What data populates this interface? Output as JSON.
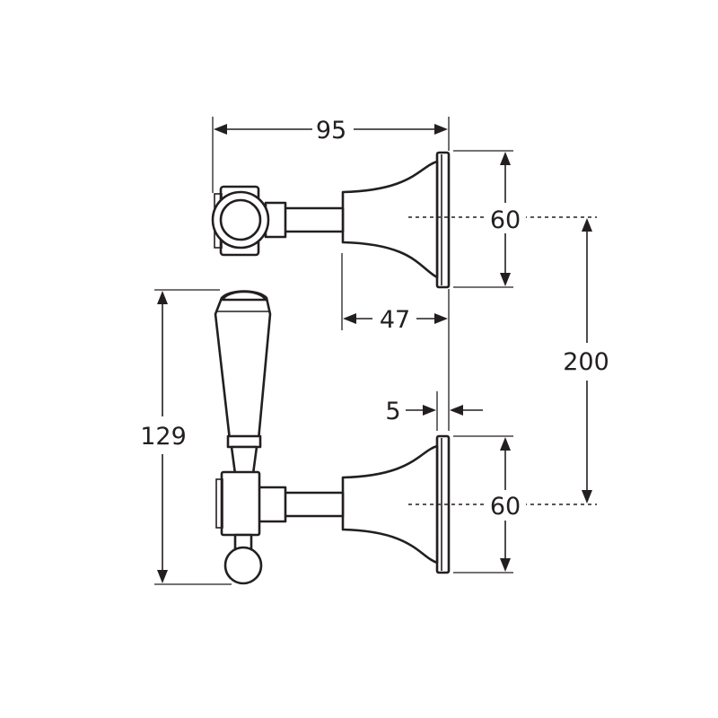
{
  "dimensions": {
    "overall_depth": "95",
    "upper_flange_diameter": "60",
    "body_depth": "47",
    "flange_thickness": "5",
    "handle_height": "129",
    "centre_distance": "200",
    "lower_flange_diameter": "60"
  },
  "colors": {
    "line": "#231f20",
    "background": "#ffffff"
  }
}
